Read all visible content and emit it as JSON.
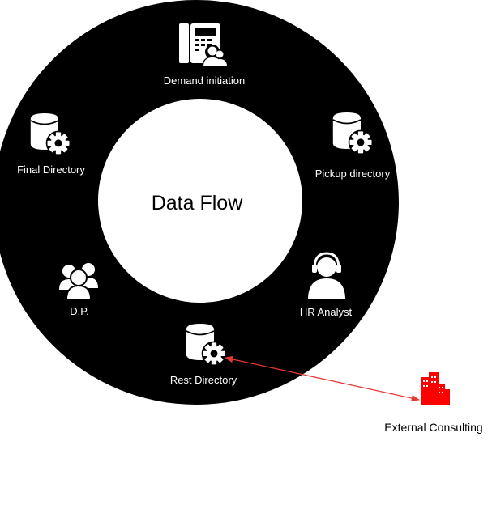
{
  "diagram": {
    "center_title": "Data Flow",
    "ring_color": "#000000",
    "icon_color": "#ffffff",
    "link_color": "#e53935",
    "external_icon_color": "#ff0000",
    "nodes": {
      "demand": {
        "label": "Demand initiation",
        "icon": "phone-with-users-icon"
      },
      "pickup": {
        "label": "Pickup directory",
        "icon": "database-gear-icon"
      },
      "hr": {
        "label": "HR Analyst",
        "icon": "headset-user-icon"
      },
      "rest": {
        "label": "Rest Directory",
        "icon": "database-gear-icon"
      },
      "dp": {
        "label": "D.P.",
        "icon": "user-group-icon"
      },
      "final": {
        "label": "Final Directory",
        "icon": "database-gear-icon"
      }
    },
    "external": {
      "label": "External Consulting",
      "icon": "buildings-icon"
    },
    "links": [
      {
        "from": "rest",
        "to": "external",
        "style": "bidirectional-arrow"
      }
    ]
  }
}
